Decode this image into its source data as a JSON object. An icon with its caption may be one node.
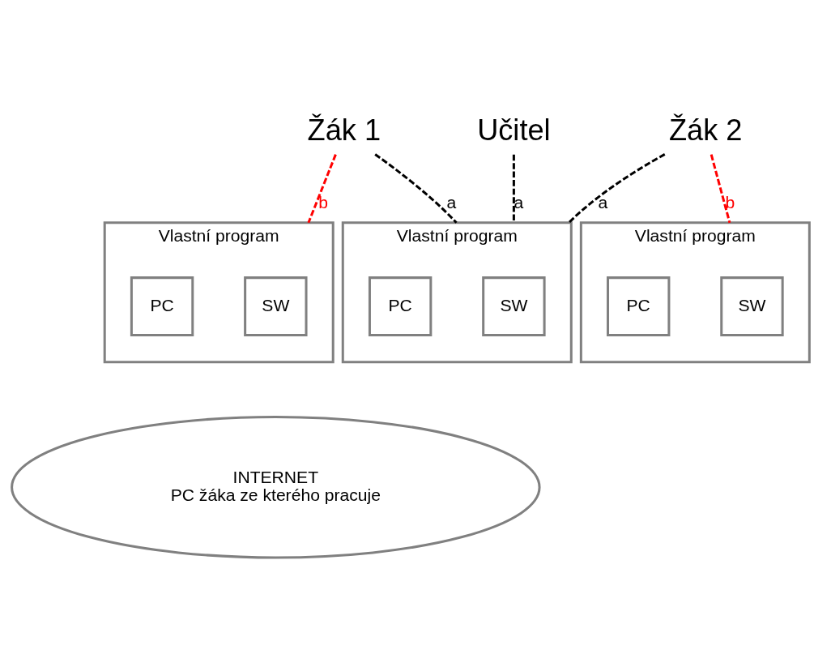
{
  "diagram": {
    "nodes": [
      {
        "text": [
          "Učitel"
        ]
      },
      {
        "text": [
          "Žák 1"
        ]
      },
      {
        "text": [
          "Žák 2"
        ]
      },
      {
        "text": [
          "Vlastní program"
        ]
      },
      {
        "text": [
          "SW"
        ],
        "in": 3
      },
      {
        "text": [
          "PC"
        ],
        "in": 3
      },
      {
        "text": [
          "Vlastní program"
        ]
      },
      {
        "text": [
          "SW"
        ],
        "in": 6
      },
      {
        "text": [
          "PC"
        ],
        "in": 6
      },
      {
        "text": [
          "Vlastní program"
        ]
      },
      {
        "text": [
          "SW"
        ],
        "in": 9
      },
      {
        "text": [
          "PC"
        ],
        "in": 9
      },
      {
        "text": [
          "INTERNET",
          "PC žáka ze kterého pracuje"
        ]
      }
    ],
    "edges": [
      {
        "from": 0,
        "to": 3,
        "arrow": "none",
        "label": "a",
        "style": "dashed"
      },
      {
        "from": 1,
        "to": 3,
        "arrow": "none",
        "label": "a",
        "style": "dashed"
      },
      {
        "from": 2,
        "to": 3,
        "arrow": "none",
        "label": "a",
        "style": "dashed"
      },
      {
        "from": 1,
        "to": 6,
        "arrow": "none",
        "label": "b",
        "style": "dashed",
        "color": "#ff0000"
      },
      {
        "from": 2,
        "to": 9,
        "arrow": "none",
        "label": "b",
        "style": "dashed",
        "color": "#ff0000"
      }
    ]
  }
}
